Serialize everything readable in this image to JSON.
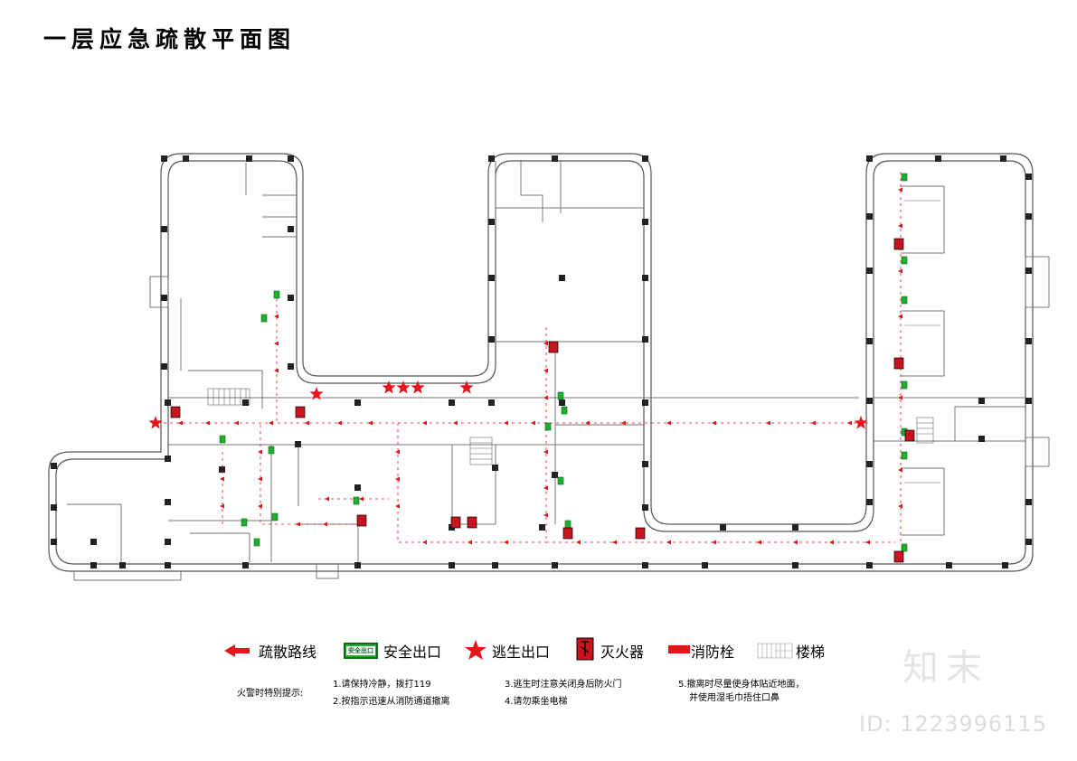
{
  "title": "一层应急疏散平面图",
  "legend": {
    "route": "疏散路线",
    "exit": "安全出口",
    "exit_sign_text": "安全出口",
    "escape": "逃生出口",
    "extinguisher": "灭火器",
    "hydrant": "消防栓",
    "stairs": "楼梯"
  },
  "tips": {
    "label": "火警时特别提示:",
    "items": [
      "1.请保持冷静，拨打119",
      "2.按指示迅速从消防通道撤离",
      "3.逃生时注意关闭身后防火门",
      "4.请勿乘坐电梯",
      "5.撤离时尽量使身体贴近地面，",
      "并使用湿毛巾捂住口鼻"
    ]
  },
  "watermark": {
    "logo": "知末",
    "id": "ID: 1223996115"
  },
  "colors": {
    "route": "#e8141c",
    "exit": "#1fae2d",
    "star": "#e8141c",
    "extinguisher": "#c8141c",
    "hydrant": "#e8141c"
  }
}
